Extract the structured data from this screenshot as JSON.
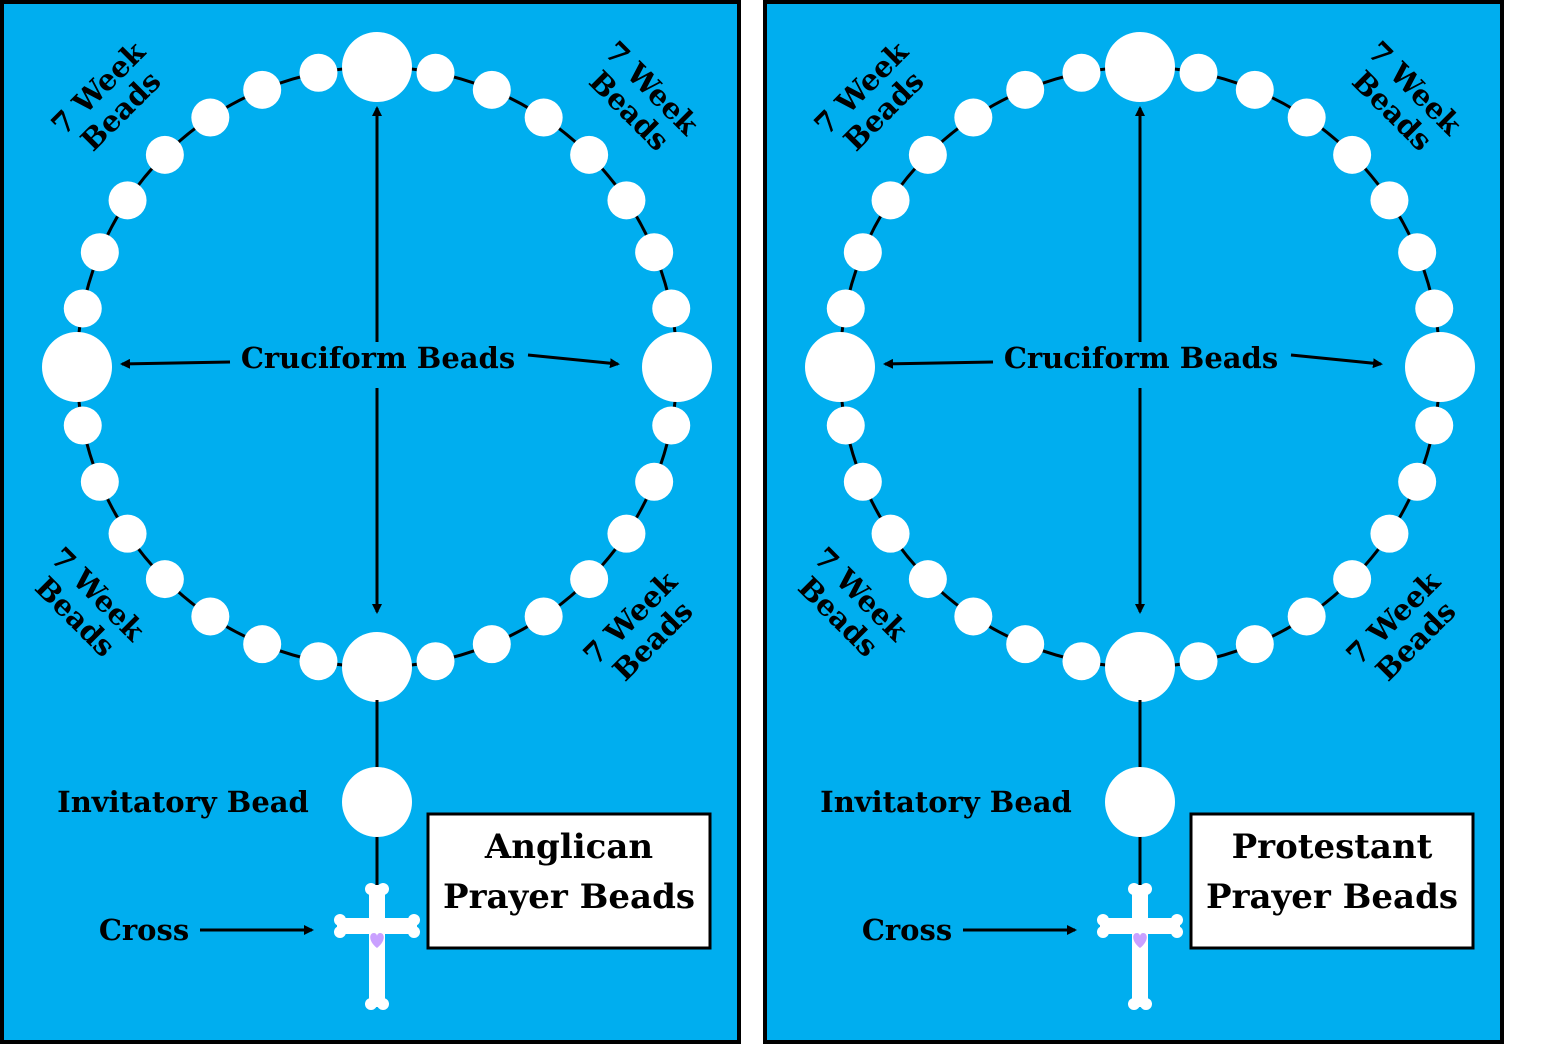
{
  "panels": [
    {
      "title_line1": "Anglican",
      "title_line2": "Prayer Beads",
      "cruciform_label": "Cruciform Beads",
      "invitatory_label": "Invitatory Bead",
      "cross_label": "Cross",
      "week_label_line1": "7 Week",
      "week_label_line2": "Beads"
    },
    {
      "title_line1": "Protestant",
      "title_line2": "Prayer Beads",
      "cruciform_label": "Cruciform Beads",
      "invitatory_label": "Invitatory Bead",
      "cross_label": "Cross",
      "week_label_line1": "7 Week",
      "week_label_line2": "Beads"
    }
  ],
  "colors": {
    "background": "#00aeef",
    "bead": "#ffffff",
    "border": "#000000",
    "heart": "#c9a0ff"
  }
}
